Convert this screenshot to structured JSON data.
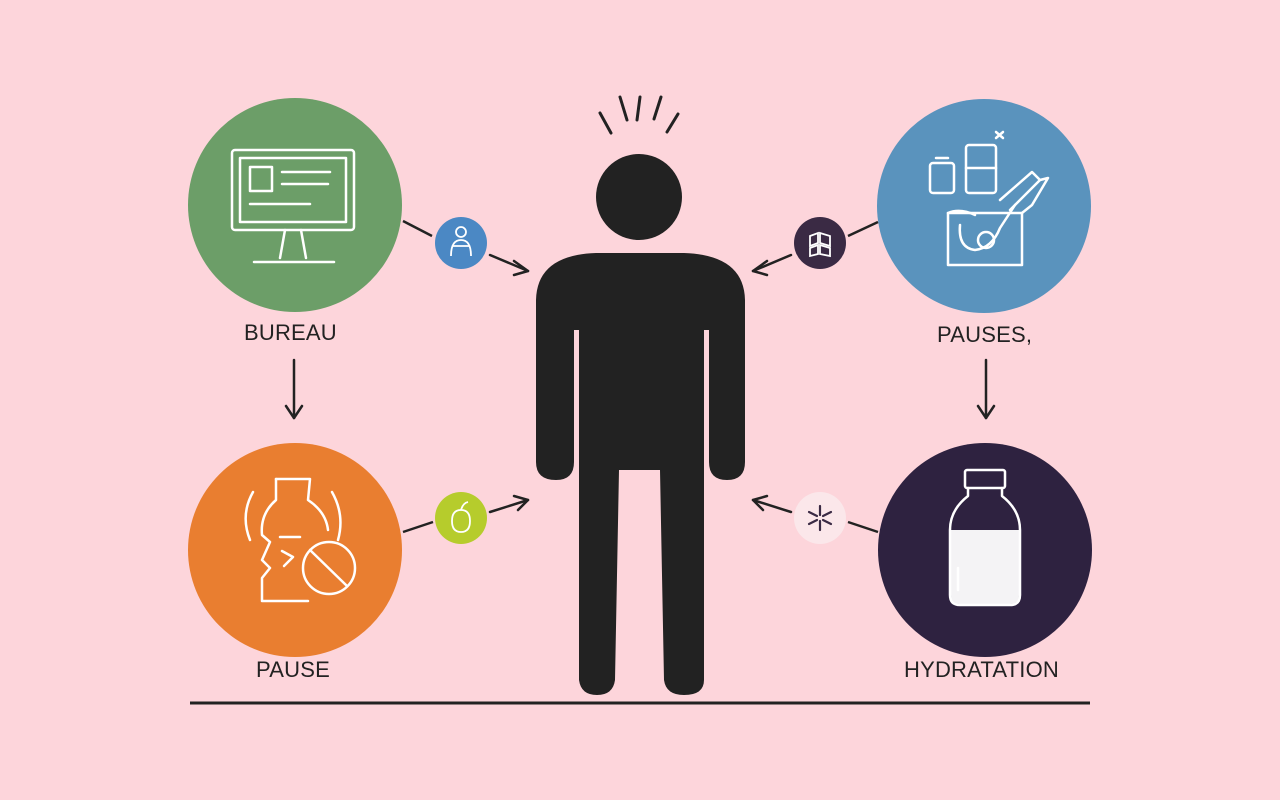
{
  "labels": {
    "top_left": "BUREAU",
    "bottom_left": "PAUSE",
    "top_right": "PAUSES,",
    "bottom_right": "HYDRATATION"
  },
  "colors": {
    "background": "#fdd5db",
    "figure": "#222222",
    "top_left_circle": "#6c9e68",
    "bottom_left_circle": "#e97e30",
    "top_right_circle": "#5a93bd",
    "bottom_right_circle": "#2e2240",
    "badge_top_left": "#4b88c4",
    "badge_bottom_left": "#b6cc2c",
    "badge_top_right": "#3a2a44",
    "badge_bottom_right": "#fbe7ea"
  },
  "icons": {
    "top_left": "desktop-computer-icon",
    "bottom_left": "neck-pain-no-icon",
    "top_right": "office-supplies-icon",
    "bottom_right": "water-bottle-icon",
    "badge_top_left": "person-icon",
    "badge_bottom_left": "fruit-icon",
    "badge_top_right": "grid-icon",
    "badge_bottom_right": "asterisk-icon"
  }
}
